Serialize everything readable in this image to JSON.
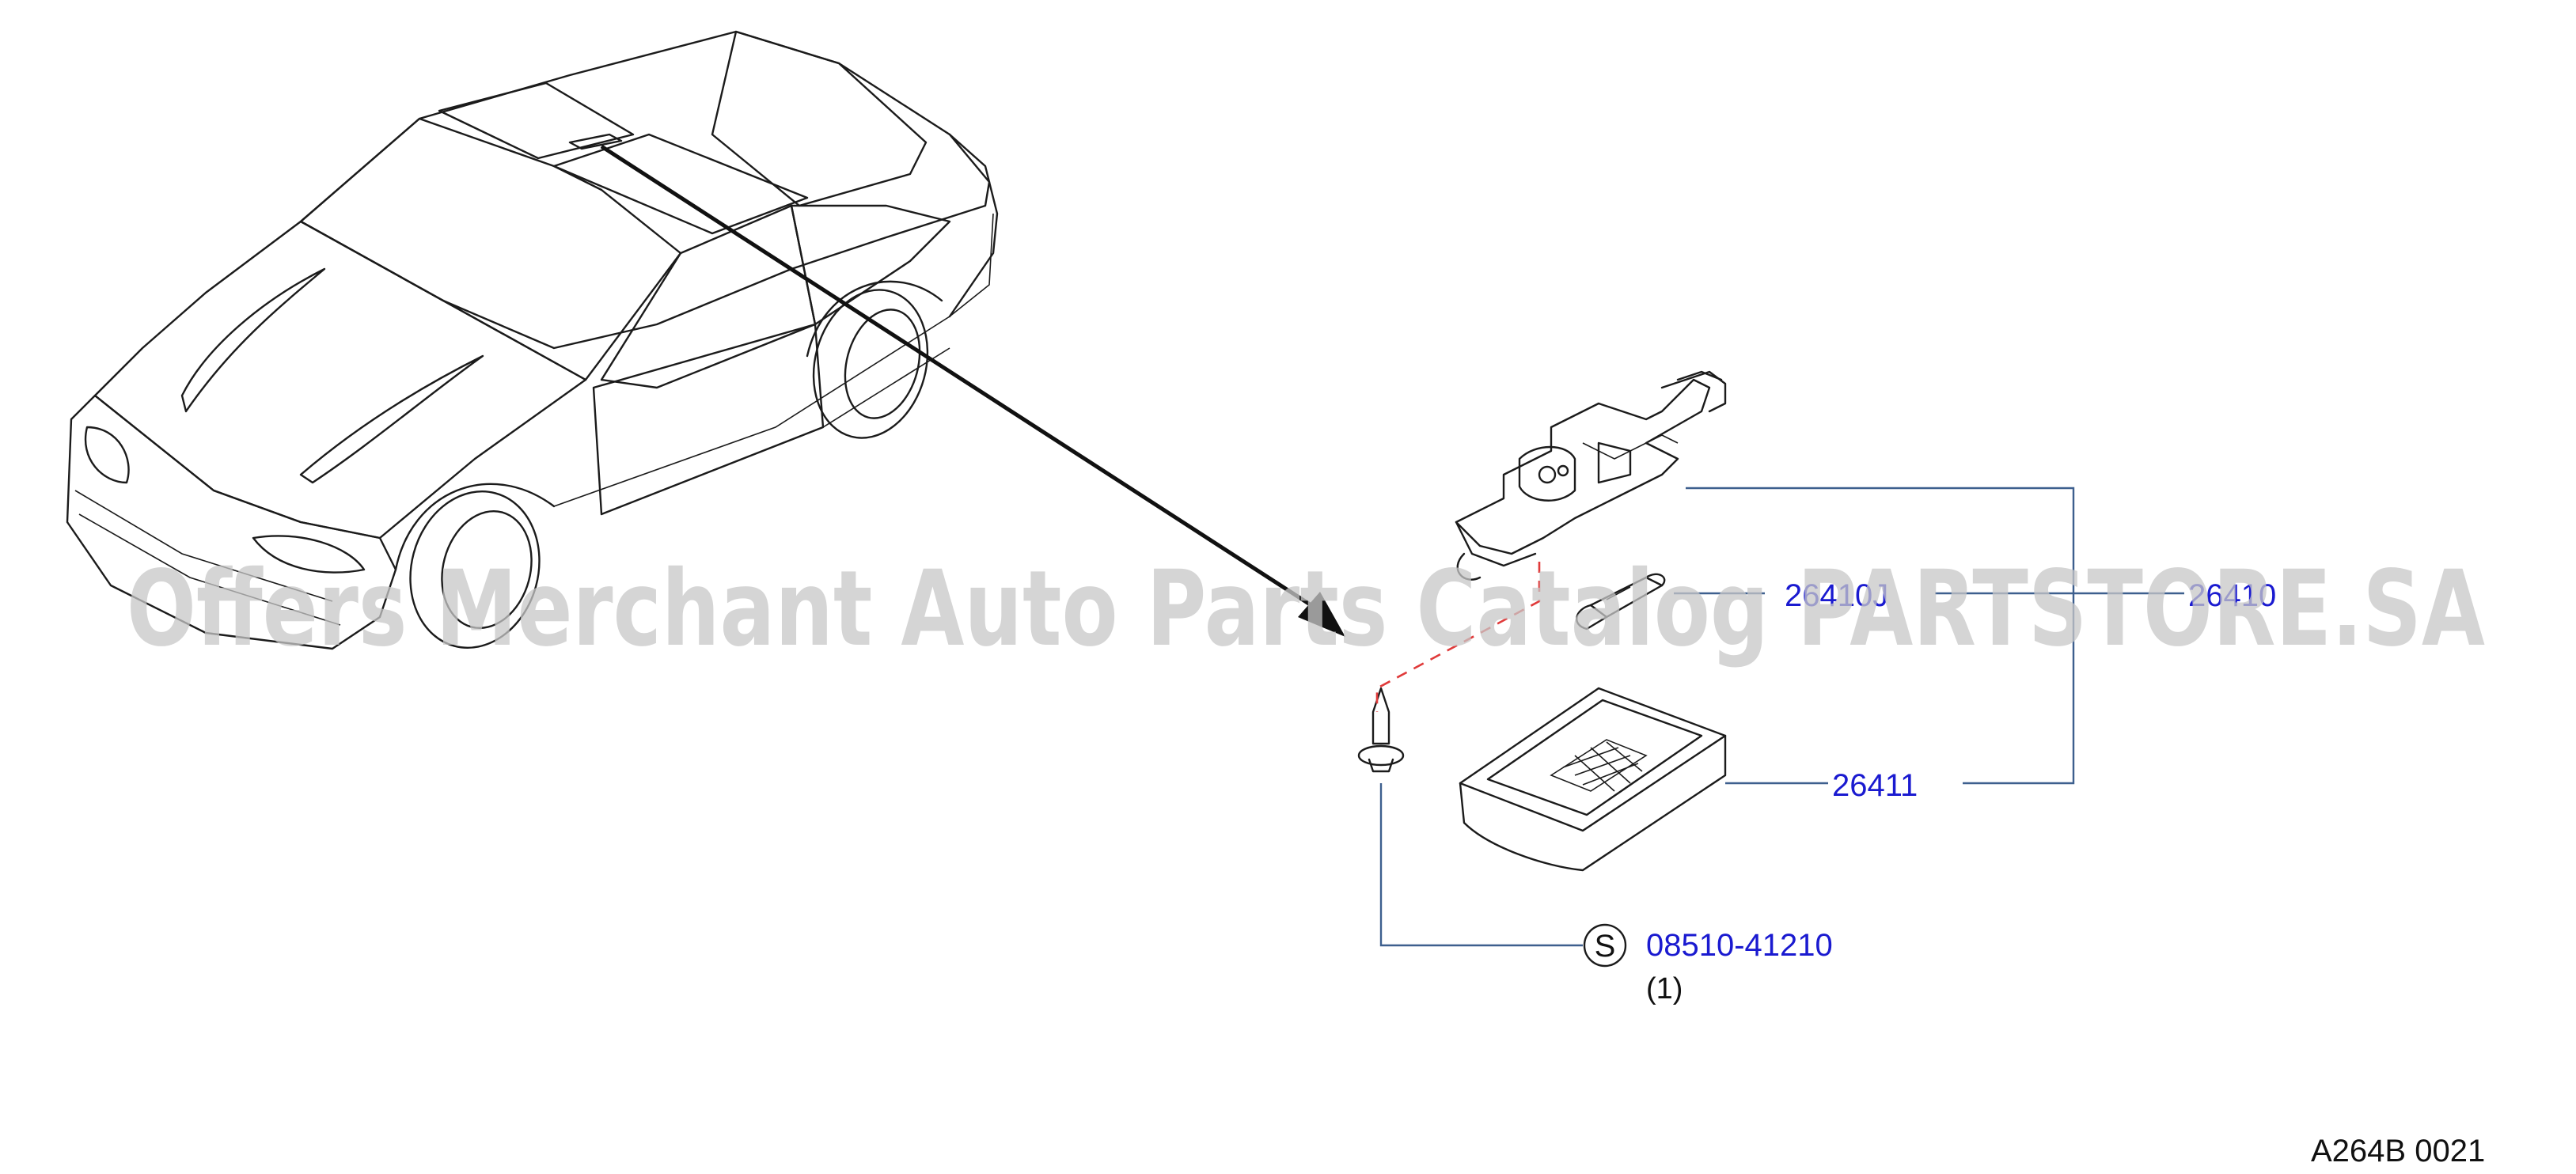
{
  "parts": [
    {
      "id": "part-26410",
      "number": "26410"
    },
    {
      "id": "part-26410j",
      "number": "26410J"
    },
    {
      "id": "part-26411",
      "number": "26411"
    },
    {
      "id": "part-08510",
      "number": "08510-41210",
      "symbol": "S",
      "quantity": "(1)"
    }
  ],
  "watermark": "Offers Merchant Auto Parts Catalog PARTSTORE.SA",
  "diagram_code": "A264B   0021",
  "colors": {
    "part_number": "#1a1ad0",
    "leader": "#3d5f8e",
    "dashed_guide": "#e03a3a",
    "watermark": "#c8c8c8",
    "drawing": "#1b1b1b"
  }
}
